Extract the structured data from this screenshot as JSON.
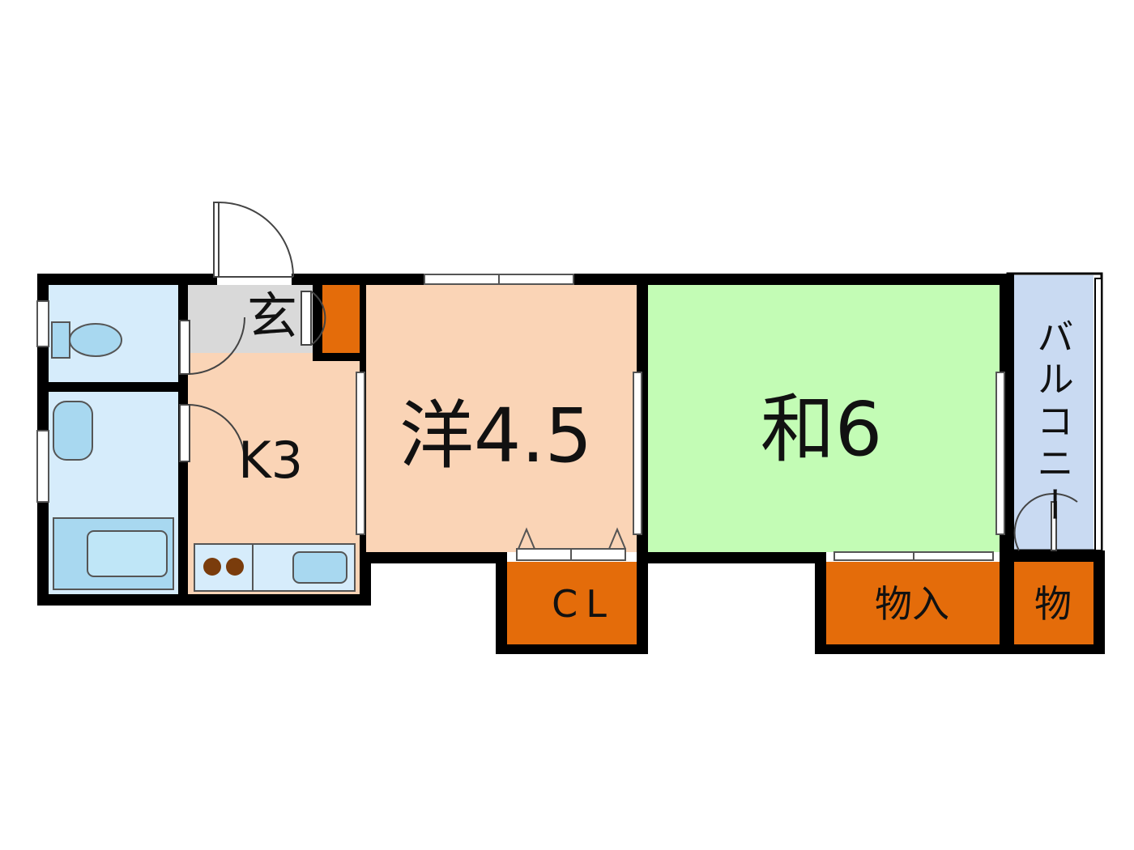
{
  "plan": {
    "colors": {
      "wall": "#000000",
      "wet_area": "#d6ecfb",
      "genkan": "#d9d9d9",
      "western_room": "#fad4b6",
      "kitchen": "#fad4b6",
      "japanese_room": "#c3fcb5",
      "storage": "#e46c0a",
      "balcony": "#c9daf2",
      "fixture": "#a8d8f0",
      "stove": "#7a3c0c"
    },
    "rooms": {
      "genkan": "玄",
      "kitchen": "K3",
      "western": "洋4.5",
      "japanese": "和6",
      "closet": "CL",
      "storage_main": "物入",
      "storage_small": "物",
      "balcony": "バルコニー"
    }
  }
}
